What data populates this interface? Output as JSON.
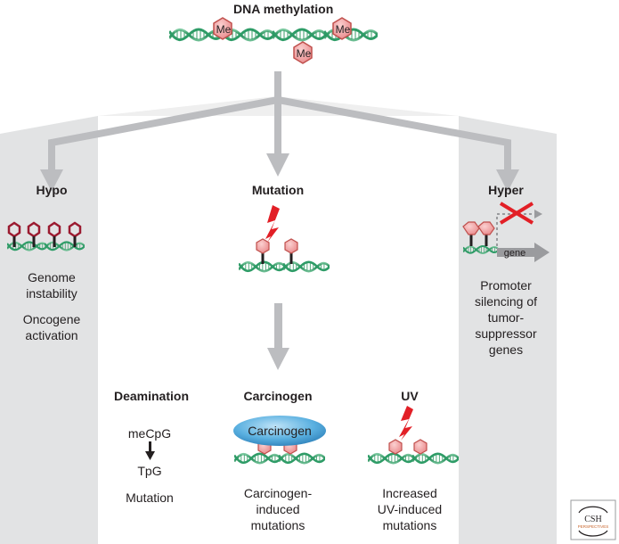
{
  "title": "DNA methylation",
  "methyl_label": "Me",
  "branches": {
    "hypo": {
      "heading": "Hypo",
      "effects": [
        "Genome",
        "instability",
        "Oncogene",
        "activation"
      ]
    },
    "mutation": {
      "heading": "Mutation"
    },
    "hyper": {
      "heading": "Hyper",
      "gene_label": "gene",
      "effects": [
        "Promoter",
        "silencing of",
        "tumor-",
        "suppressor",
        "genes"
      ]
    }
  },
  "mutation_types": {
    "deamination": {
      "heading": "Deamination",
      "from": "meCpG",
      "to": "TpG",
      "result": "Mutation"
    },
    "carcinogen": {
      "heading": "Carcinogen",
      "blob_label": "Carcinogen",
      "result": [
        "Carcinogen-",
        "induced",
        "mutations"
      ]
    },
    "uv": {
      "heading": "UV",
      "result": [
        "Increased",
        "UV-induced",
        "mutations"
      ]
    }
  },
  "logo": {
    "top": "CSH",
    "bottom": "PERSPECTIVES"
  },
  "colors": {
    "panel_gray": "#e2e3e4",
    "arrow_gray": "#bcbdc0",
    "dna_green": "#2e9c67",
    "methyl_fill": "#f2a0a2",
    "methyl_stroke": "#c0504d",
    "hypo_ring": "#9b1b30",
    "lightning_red": "#e21f26",
    "carcinogen_blue": "#4aa3d8",
    "logo_orange": "#c8642a"
  }
}
